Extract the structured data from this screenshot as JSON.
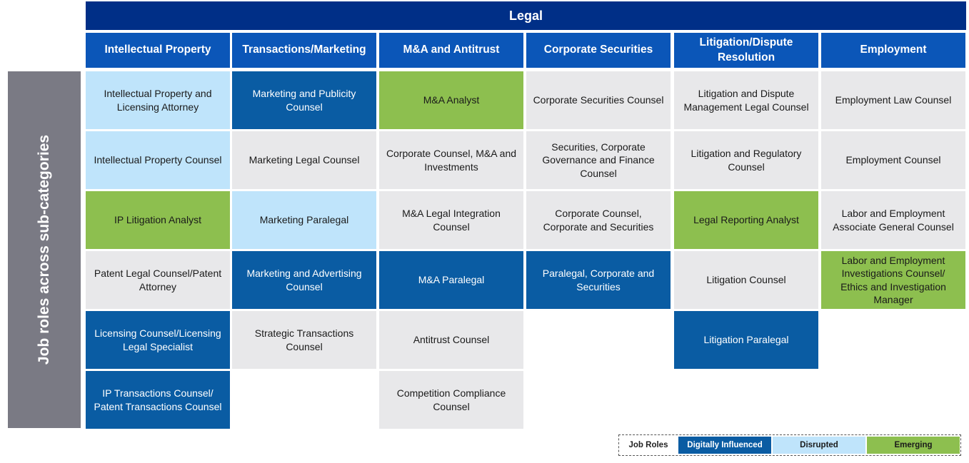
{
  "banner": "Legal",
  "sidebar_label": "Job roles across sub-categories",
  "colors": {
    "banner": "#002f87",
    "header": "#0b56b8",
    "digital": "#0a5ca3",
    "disrupted": "#bfe4fb",
    "emerging": "#8dbf4f",
    "neutral": "#e8e8ea"
  },
  "columns": [
    {
      "title": "Intellectual Property",
      "cells": [
        {
          "text": "Intellectual Property and Licensing Attorney",
          "type": "disrupted"
        },
        {
          "text": "Intellectual Property Counsel",
          "type": "disrupted"
        },
        {
          "text": "IP Litigation Analyst",
          "type": "emerging"
        },
        {
          "text": "Patent Legal Counsel/Patent Attorney",
          "type": "neutral"
        },
        {
          "text": "Licensing Counsel/Licensing Legal Specialist",
          "type": "digital"
        },
        {
          "text": "IP Transactions Counsel/ Patent Transactions Counsel",
          "type": "digital"
        }
      ]
    },
    {
      "title": "Transactions/Marketing",
      "cells": [
        {
          "text": "Marketing and Publicity Counsel",
          "type": "digital"
        },
        {
          "text": "Marketing Legal Counsel",
          "type": "neutral"
        },
        {
          "text": "Marketing Paralegal",
          "type": "disrupted"
        },
        {
          "text": "Marketing and Advertising Counsel",
          "type": "digital"
        },
        {
          "text": "Strategic Transactions Counsel",
          "type": "neutral"
        }
      ]
    },
    {
      "title": "M&A and Antitrust",
      "cells": [
        {
          "text": "M&A Analyst",
          "type": "emerging"
        },
        {
          "text": "Corporate Counsel, M&A and Investments",
          "type": "neutral"
        },
        {
          "text": "M&A Legal Integration Counsel",
          "type": "neutral"
        },
        {
          "text": "M&A Paralegal",
          "type": "digital"
        },
        {
          "text": "Antitrust Counsel",
          "type": "neutral"
        },
        {
          "text": "Competition Compliance Counsel",
          "type": "neutral"
        }
      ]
    },
    {
      "title": "Corporate Securities",
      "cells": [
        {
          "text": "Corporate Securities Counsel",
          "type": "neutral"
        },
        {
          "text": "Securities, Corporate Governance and Finance Counsel",
          "type": "neutral"
        },
        {
          "text": "Corporate Counsel, Corporate and Securities",
          "type": "neutral"
        },
        {
          "text": "Paralegal, Corporate and Securities",
          "type": "digital"
        }
      ]
    },
    {
      "title": "Litigation/Dispute Resolution",
      "cells": [
        {
          "text": "Litigation and Dispute Management Legal Counsel",
          "type": "neutral"
        },
        {
          "text": "Litigation and Regulatory Counsel",
          "type": "neutral"
        },
        {
          "text": "Legal Reporting Analyst",
          "type": "emerging"
        },
        {
          "text": "Litigation Counsel",
          "type": "neutral"
        },
        {
          "text": "Litigation Paralegal",
          "type": "digital"
        }
      ]
    },
    {
      "title": "Employment",
      "cells": [
        {
          "text": "Employment Law Counsel",
          "type": "neutral"
        },
        {
          "text": "Employment Counsel",
          "type": "neutral"
        },
        {
          "text": "Labor and Employment Associate General Counsel",
          "type": "neutral"
        },
        {
          "text": "Labor and Employment Investigations Counsel/ Ethics and Investigation Manager",
          "type": "emerging"
        }
      ]
    }
  ],
  "legend": {
    "label": "Job Roles",
    "items": [
      {
        "label": "Digitally Influenced",
        "type": "digital"
      },
      {
        "label": "Disrupted",
        "type": "disrupted"
      },
      {
        "label": "Emerging",
        "type": "emerging"
      }
    ]
  }
}
